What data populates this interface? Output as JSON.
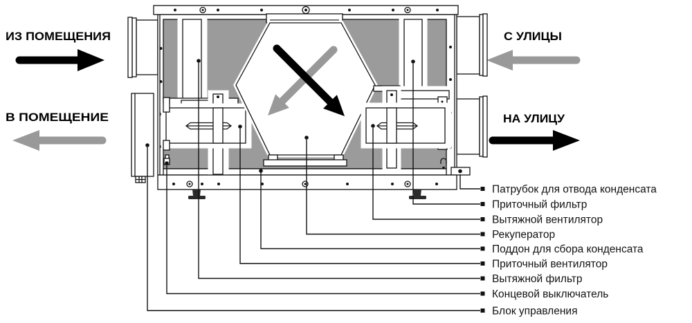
{
  "diagram": {
    "type": "heat-recovery-ventilation-unit-schematic",
    "flow_arrows": [
      {
        "id": "from_room",
        "label": "ИЗ ПОМЕЩЕНИЯ",
        "direction": "right",
        "color": "#000000"
      },
      {
        "id": "to_room",
        "label": "В ПОМЕЩЕНИЕ",
        "direction": "left",
        "color": "#999999"
      },
      {
        "id": "from_street",
        "label": "С УЛИЦЫ",
        "direction": "left",
        "color": "#999999"
      },
      {
        "id": "to_street",
        "label": "НА УЛИЦУ",
        "direction": "right",
        "color": "#000000"
      }
    ],
    "callouts": [
      {
        "label": "Патрубок для отвода конденсата"
      },
      {
        "label": "Приточный фильтр"
      },
      {
        "label": "Вытяжной вентилятор"
      },
      {
        "label": "Рекуператор"
      },
      {
        "label": "Поддон для сбора конденсата"
      },
      {
        "label": "Приточный вентилятор"
      },
      {
        "label": "Вытяжной фильтр"
      },
      {
        "label": "Концевой выключатель"
      },
      {
        "label": "Блок управления"
      }
    ],
    "colors": {
      "panel_gray": "#9b9b9b",
      "arrow_gray": "#999999",
      "arrow_black": "#000000",
      "line": "#111111"
    }
  }
}
